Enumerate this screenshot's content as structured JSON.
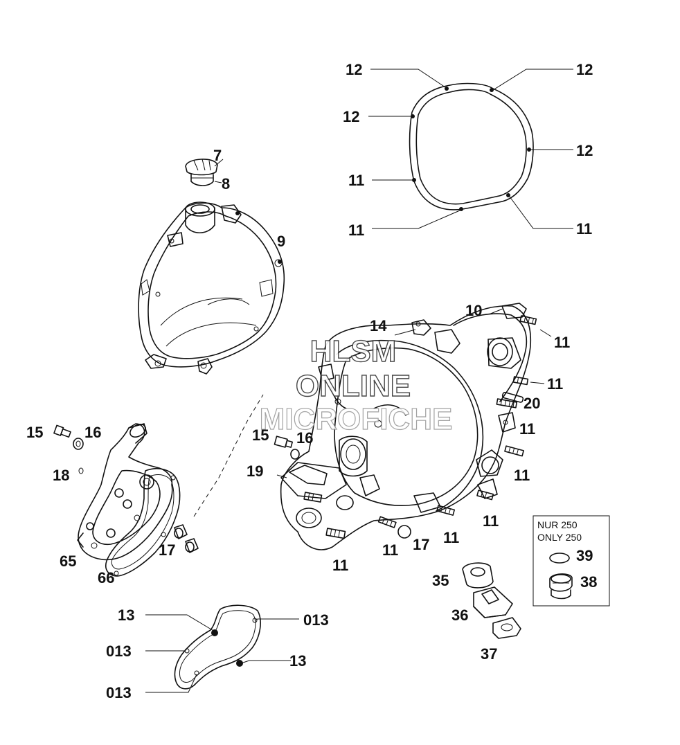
{
  "watermark": {
    "line1": "HLSM",
    "line2": "ONLINE",
    "line3": "MICROFICHE"
  },
  "note_box": {
    "line1": "NUR 250",
    "line2": "ONLY 250",
    "items": [
      "39",
      "38"
    ]
  },
  "callouts": {
    "gasket_top": {
      "a": "12",
      "b": "12",
      "c": "12",
      "d": "12",
      "e": "11",
      "f": "11",
      "g": "11"
    },
    "plug": {
      "a": "7",
      "b": "8"
    },
    "clutch_cover": {
      "a": "9"
    },
    "main_cover": {
      "a": "10",
      "b": "14",
      "c": "11",
      "d": "11",
      "e": "20",
      "f": "11",
      "g": "11",
      "h": "11",
      "i": "11",
      "j": "15",
      "k": "16",
      "l": "19",
      "m": "11",
      "n": "11",
      "o": "17"
    },
    "water_pump": {
      "a": "15",
      "b": "16",
      "c": "18",
      "d": "17",
      "e": "65",
      "f": "66"
    },
    "pump_gasket": {
      "a": "13",
      "b": "013",
      "c": "013",
      "d": "13",
      "e": "013"
    },
    "rubbers": {
      "a": "35",
      "b": "36",
      "c": "37"
    }
  }
}
